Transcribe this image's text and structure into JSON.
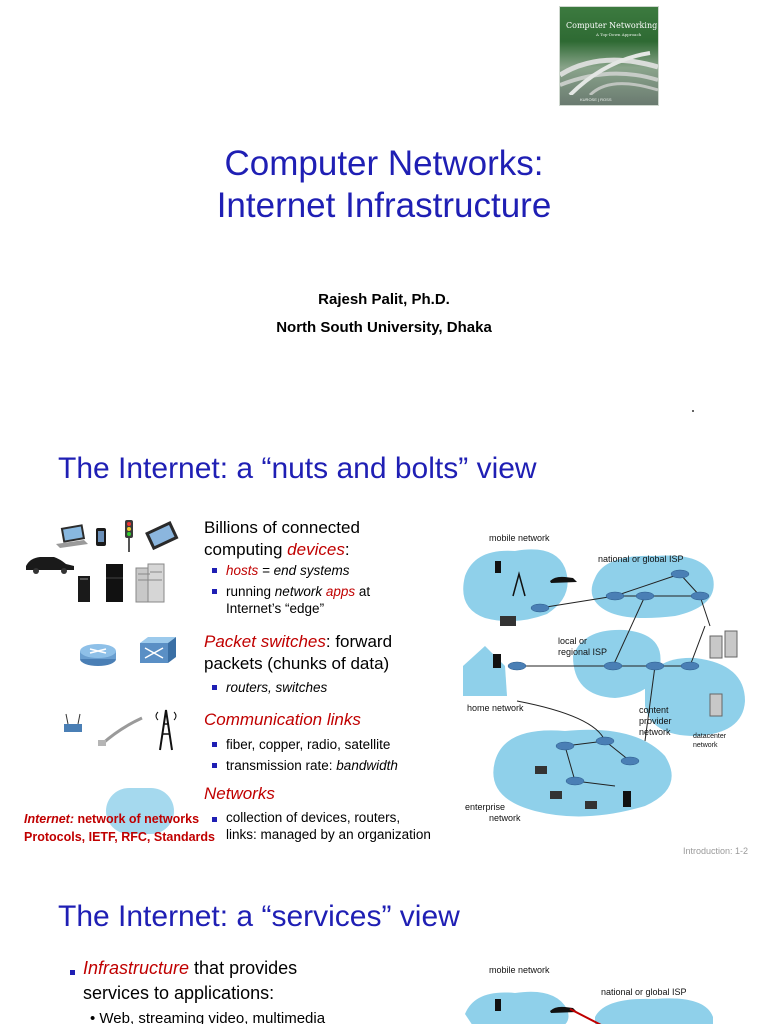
{
  "slide1": {
    "book": {
      "title": "Computer Networking",
      "subtitle": "A Top-Down Approach",
      "authors": "KUROSE | ROSS"
    },
    "title_line1": "Computer Networks:",
    "title_line2": "Internet Infrastructure",
    "author": "Rajesh Palit, Ph.D.",
    "university": "North South University, Dhaka"
  },
  "slide2": {
    "title": "The Internet: a “nuts and bolts” view",
    "devices": {
      "heading_pre": "Billions of connected",
      "heading_line2_pre": "computing ",
      "heading_em": "devices",
      "heading_post": ":",
      "bullet1_em": "hosts",
      "bullet1_rest": " = end systems",
      "bullet2_pre": "running ",
      "bullet2_em1": "network ",
      "bullet2_em2": "apps",
      "bullet2_post": " at",
      "bullet2_line2": "Internet’s “edge”"
    },
    "switches": {
      "heading_em": "Packet switches",
      "heading_rest": ": forward",
      "heading_line2": "packets (chunks of data)",
      "bullet1": "routers, switches"
    },
    "links": {
      "heading": "Communication links",
      "bullet1": "fiber, copper, radio, satellite",
      "bullet2_pre": "transmission rate: ",
      "bullet2_em": "bandwidth"
    },
    "networks": {
      "heading": "Networks",
      "bullet1": "collection of devices, routers,",
      "bullet1_line2": "links: managed by an organization"
    },
    "note_line1_em": "Internet:",
    "note_line1_rest": " network of networks",
    "note_line2": "Protocols, IETF, RFC, Standards",
    "diagram": {
      "mobile_network": "mobile network",
      "national_isp": "national or global ISP",
      "local_isp_1": "local or",
      "local_isp_2": "regional ISP",
      "home_network": "home network",
      "content_1": "content",
      "content_2": "provider",
      "content_3": "network",
      "datacenter_1": "datacenter",
      "datacenter_2": "network",
      "enterprise_1": "enterprise",
      "enterprise_2": "network"
    },
    "footer": "Introduction: 1-2"
  },
  "slide3": {
    "title": "The Internet: a “services” view",
    "bullet1_em": "Infrastructure",
    "bullet1_rest": " that provides",
    "bullet1_line2": "services to applications:",
    "sub1": "Web, streaming video, multimedia",
    "diagram": {
      "mobile_network": "mobile network",
      "national_isp": "national or global ISP"
    }
  },
  "colors": {
    "title_blue": "#1f1fb4",
    "emphasis_red": "#c00000",
    "network_cloud": "#8fd0ea",
    "router_blue": "#4a7fb5"
  }
}
